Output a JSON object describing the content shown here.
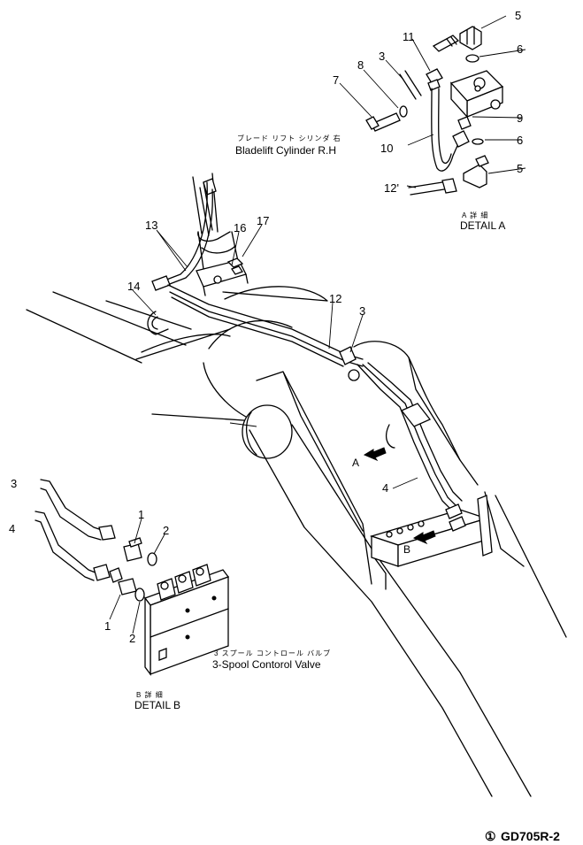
{
  "callouts": {
    "c5a": "5",
    "c11": "11",
    "c3a": "3",
    "c8": "8",
    "c6a": "6",
    "c7": "7",
    "c9": "9",
    "c6b": "6",
    "c10": "10",
    "c5b": "5",
    "c12a": "12'",
    "c13": "13",
    "c16": "16",
    "c17": "17",
    "c14": "14",
    "c12b": "12",
    "c3b": "3",
    "c4a": "4",
    "c3c": "3",
    "c4b": "4",
    "c1a": "1",
    "c2a": "2",
    "c1b": "1",
    "c2b": "2"
  },
  "labels": {
    "cylinder_jp": "ブレード リフト シリンダ 右",
    "cylinder_en": "Bladelift Cylinder R.H",
    "detail_a_jp": "A 詳 細",
    "detail_a_en": "DETAIL A",
    "valve_jp": "3 スプール コントロール バルブ",
    "valve_en": "3-Spool Contorol Valve",
    "detail_b_jp": "B 詳 細",
    "detail_b_en": "DETAIL B",
    "view_a": "A",
    "view_b": "B"
  },
  "drawing_code": {
    "symbol": "①",
    "code": "GD705R-2"
  }
}
